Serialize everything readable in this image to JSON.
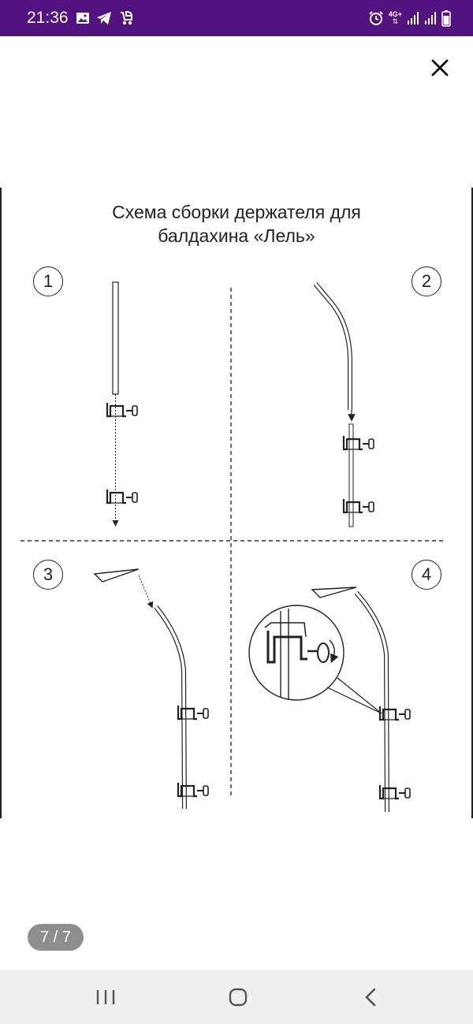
{
  "status_bar": {
    "time": "21:36",
    "network": "4G+",
    "background_color": "#52137e",
    "left_icons": [
      "image-icon",
      "telegram-icon",
      "stroller-icon"
    ],
    "right_icons": [
      "alarm-icon",
      "network-4g-icon",
      "signal-icon",
      "signal-icon",
      "battery-icon"
    ]
  },
  "viewer": {
    "close_icon": "close-icon",
    "page_indicator": "7 / 7"
  },
  "document": {
    "title_line1": "Схема сборки держателя для",
    "title_line2": "балдахина «Лель»",
    "steps": [
      "1",
      "2",
      "3",
      "4"
    ]
  },
  "nav_bar": {
    "buttons": [
      "recent-apps-icon",
      "home-icon",
      "back-icon"
    ],
    "background_color": "#f0f0f0"
  }
}
